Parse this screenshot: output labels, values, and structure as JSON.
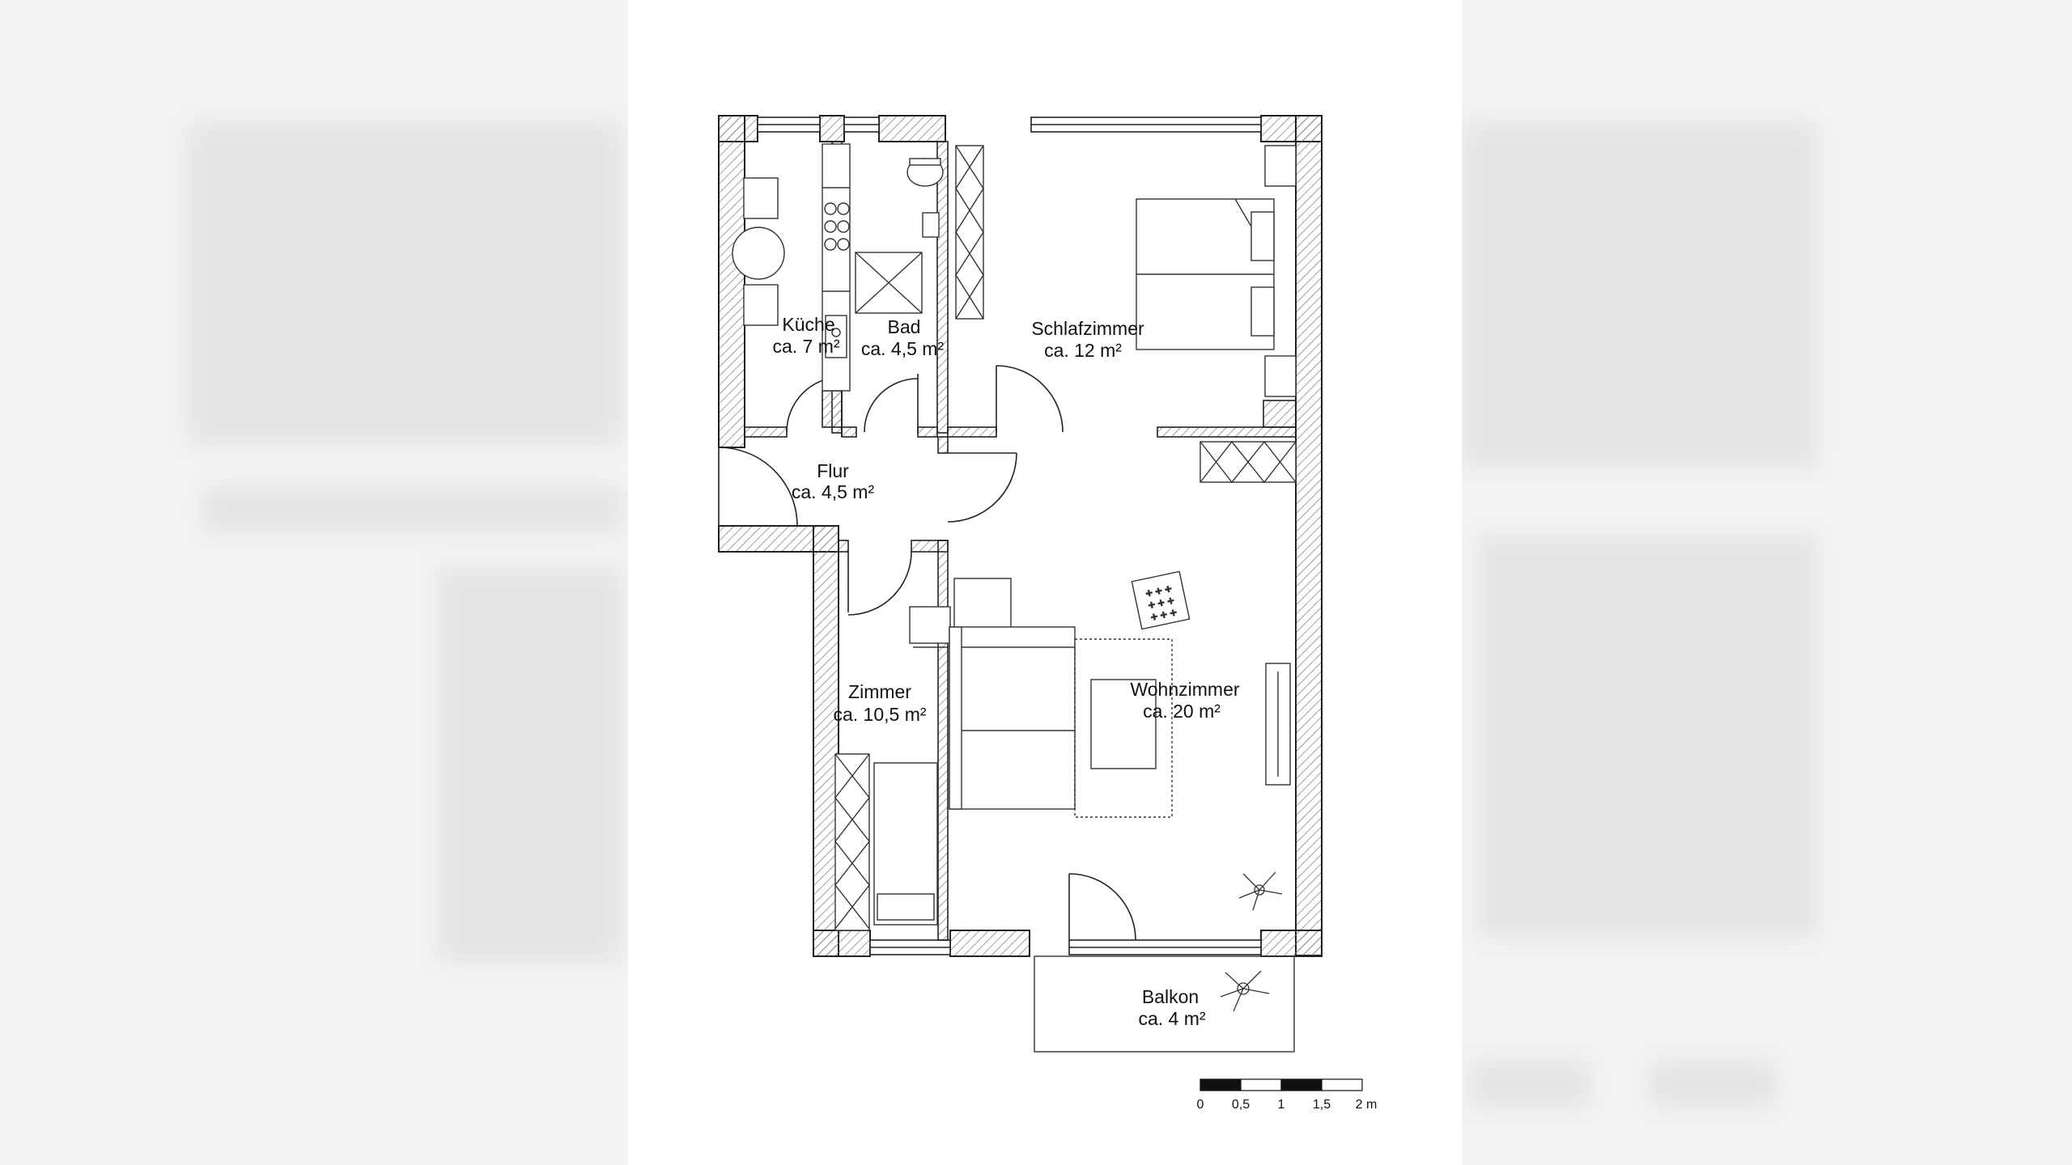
{
  "rooms": {
    "kueche": {
      "name": "Küche",
      "area": "ca. 7 m²"
    },
    "bad": {
      "name": "Bad",
      "area": "ca. 4,5 m²"
    },
    "schlafzimmer": {
      "name": "Schlafzimmer",
      "area": "ca. 12 m²"
    },
    "flur": {
      "name": "Flur",
      "area": "ca. 4,5 m²"
    },
    "zimmer": {
      "name": "Zimmer",
      "area": "ca. 10,5 m²"
    },
    "wohnzimmer": {
      "name": "Wohnzimmer",
      "area": "ca. 20 m²"
    },
    "balkon": {
      "name": "Balkon",
      "area": "ca. 4 m²"
    }
  },
  "scale_bar": {
    "labels": [
      "0",
      "0,5",
      "1",
      "1,5",
      "2 m"
    ]
  },
  "colors": {
    "line": "#222222",
    "wall_fill": "#ffffff",
    "hatch": "#666666"
  }
}
